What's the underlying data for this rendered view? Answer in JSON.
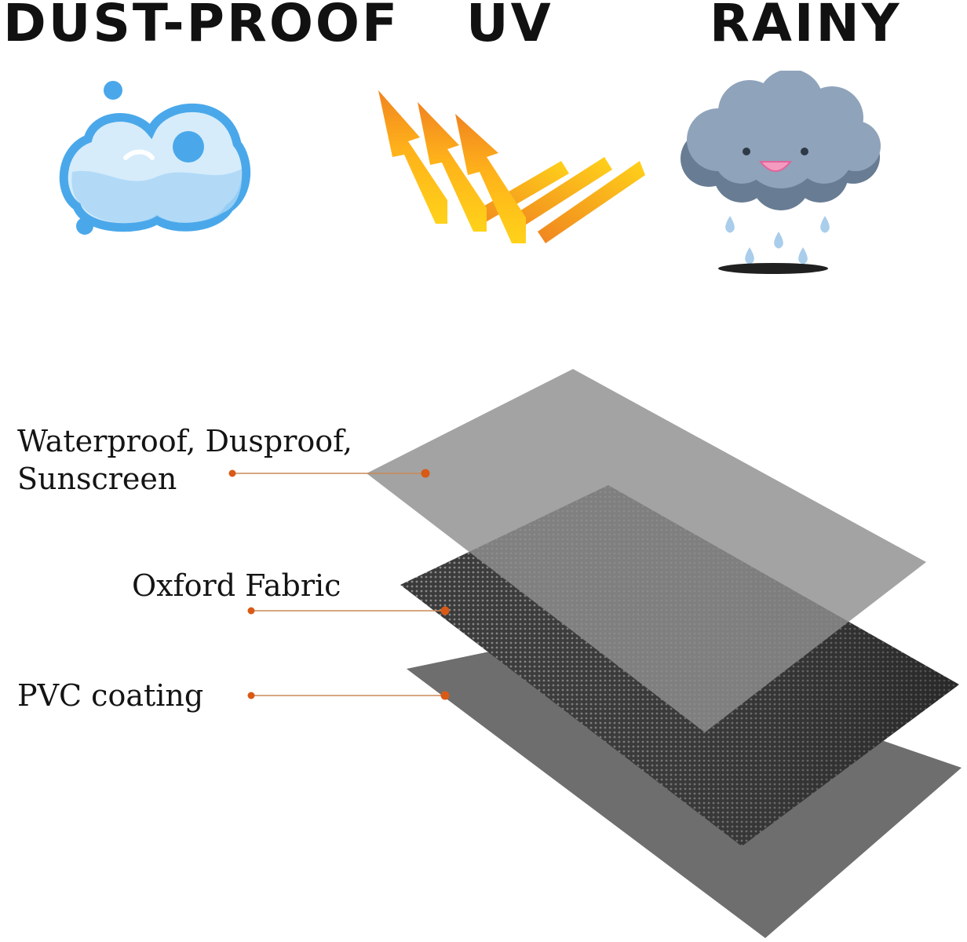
{
  "features": [
    {
      "title": "DUST-PROOF",
      "icon": "dust-cloud-icon"
    },
    {
      "title": "UV",
      "icon": "uv-arrows-icon"
    },
    {
      "title": "RAINY",
      "icon": "rain-cloud-icon"
    }
  ],
  "layers": [
    {
      "label": "Waterproof, Dusproof, Sunscreen"
    },
    {
      "label": "Oxford Fabric"
    },
    {
      "label": "PVC coating"
    }
  ],
  "colors": {
    "dust_icon": "#4aa8ea",
    "uv_yellow": "#ffd21a",
    "uv_orange": "#f08420",
    "cloud": "#8a9db3",
    "rain": "#9fc3e2",
    "top_layer": "#a6a6a6",
    "middle_layer": "#3d3d3d",
    "bottom_layer": "#747474",
    "callout_dot": "#d95a16",
    "callout_line": "#c88a58"
  }
}
